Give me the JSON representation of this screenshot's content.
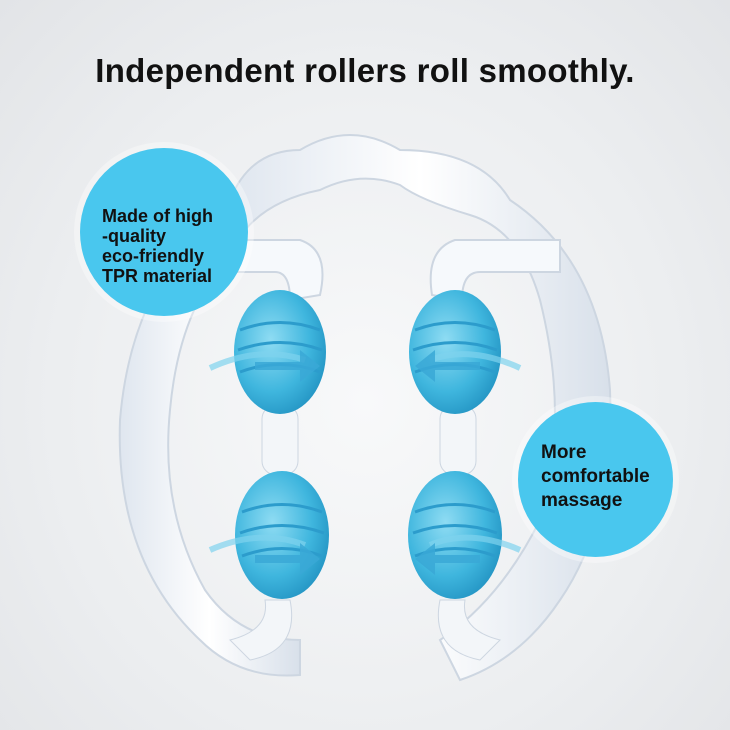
{
  "headline": "Independent rollers roll smoothly.",
  "callouts": [
    {
      "lines": [
        "Made of high",
        "-quality",
        "eco-friendly",
        "TPR material"
      ]
    },
    {
      "lines": [
        "More",
        "comfortable",
        "massage"
      ]
    }
  ],
  "colors": {
    "bubble": "#49c7ee",
    "roller": "#5ec8e6",
    "frame": "#f4f7fb"
  }
}
